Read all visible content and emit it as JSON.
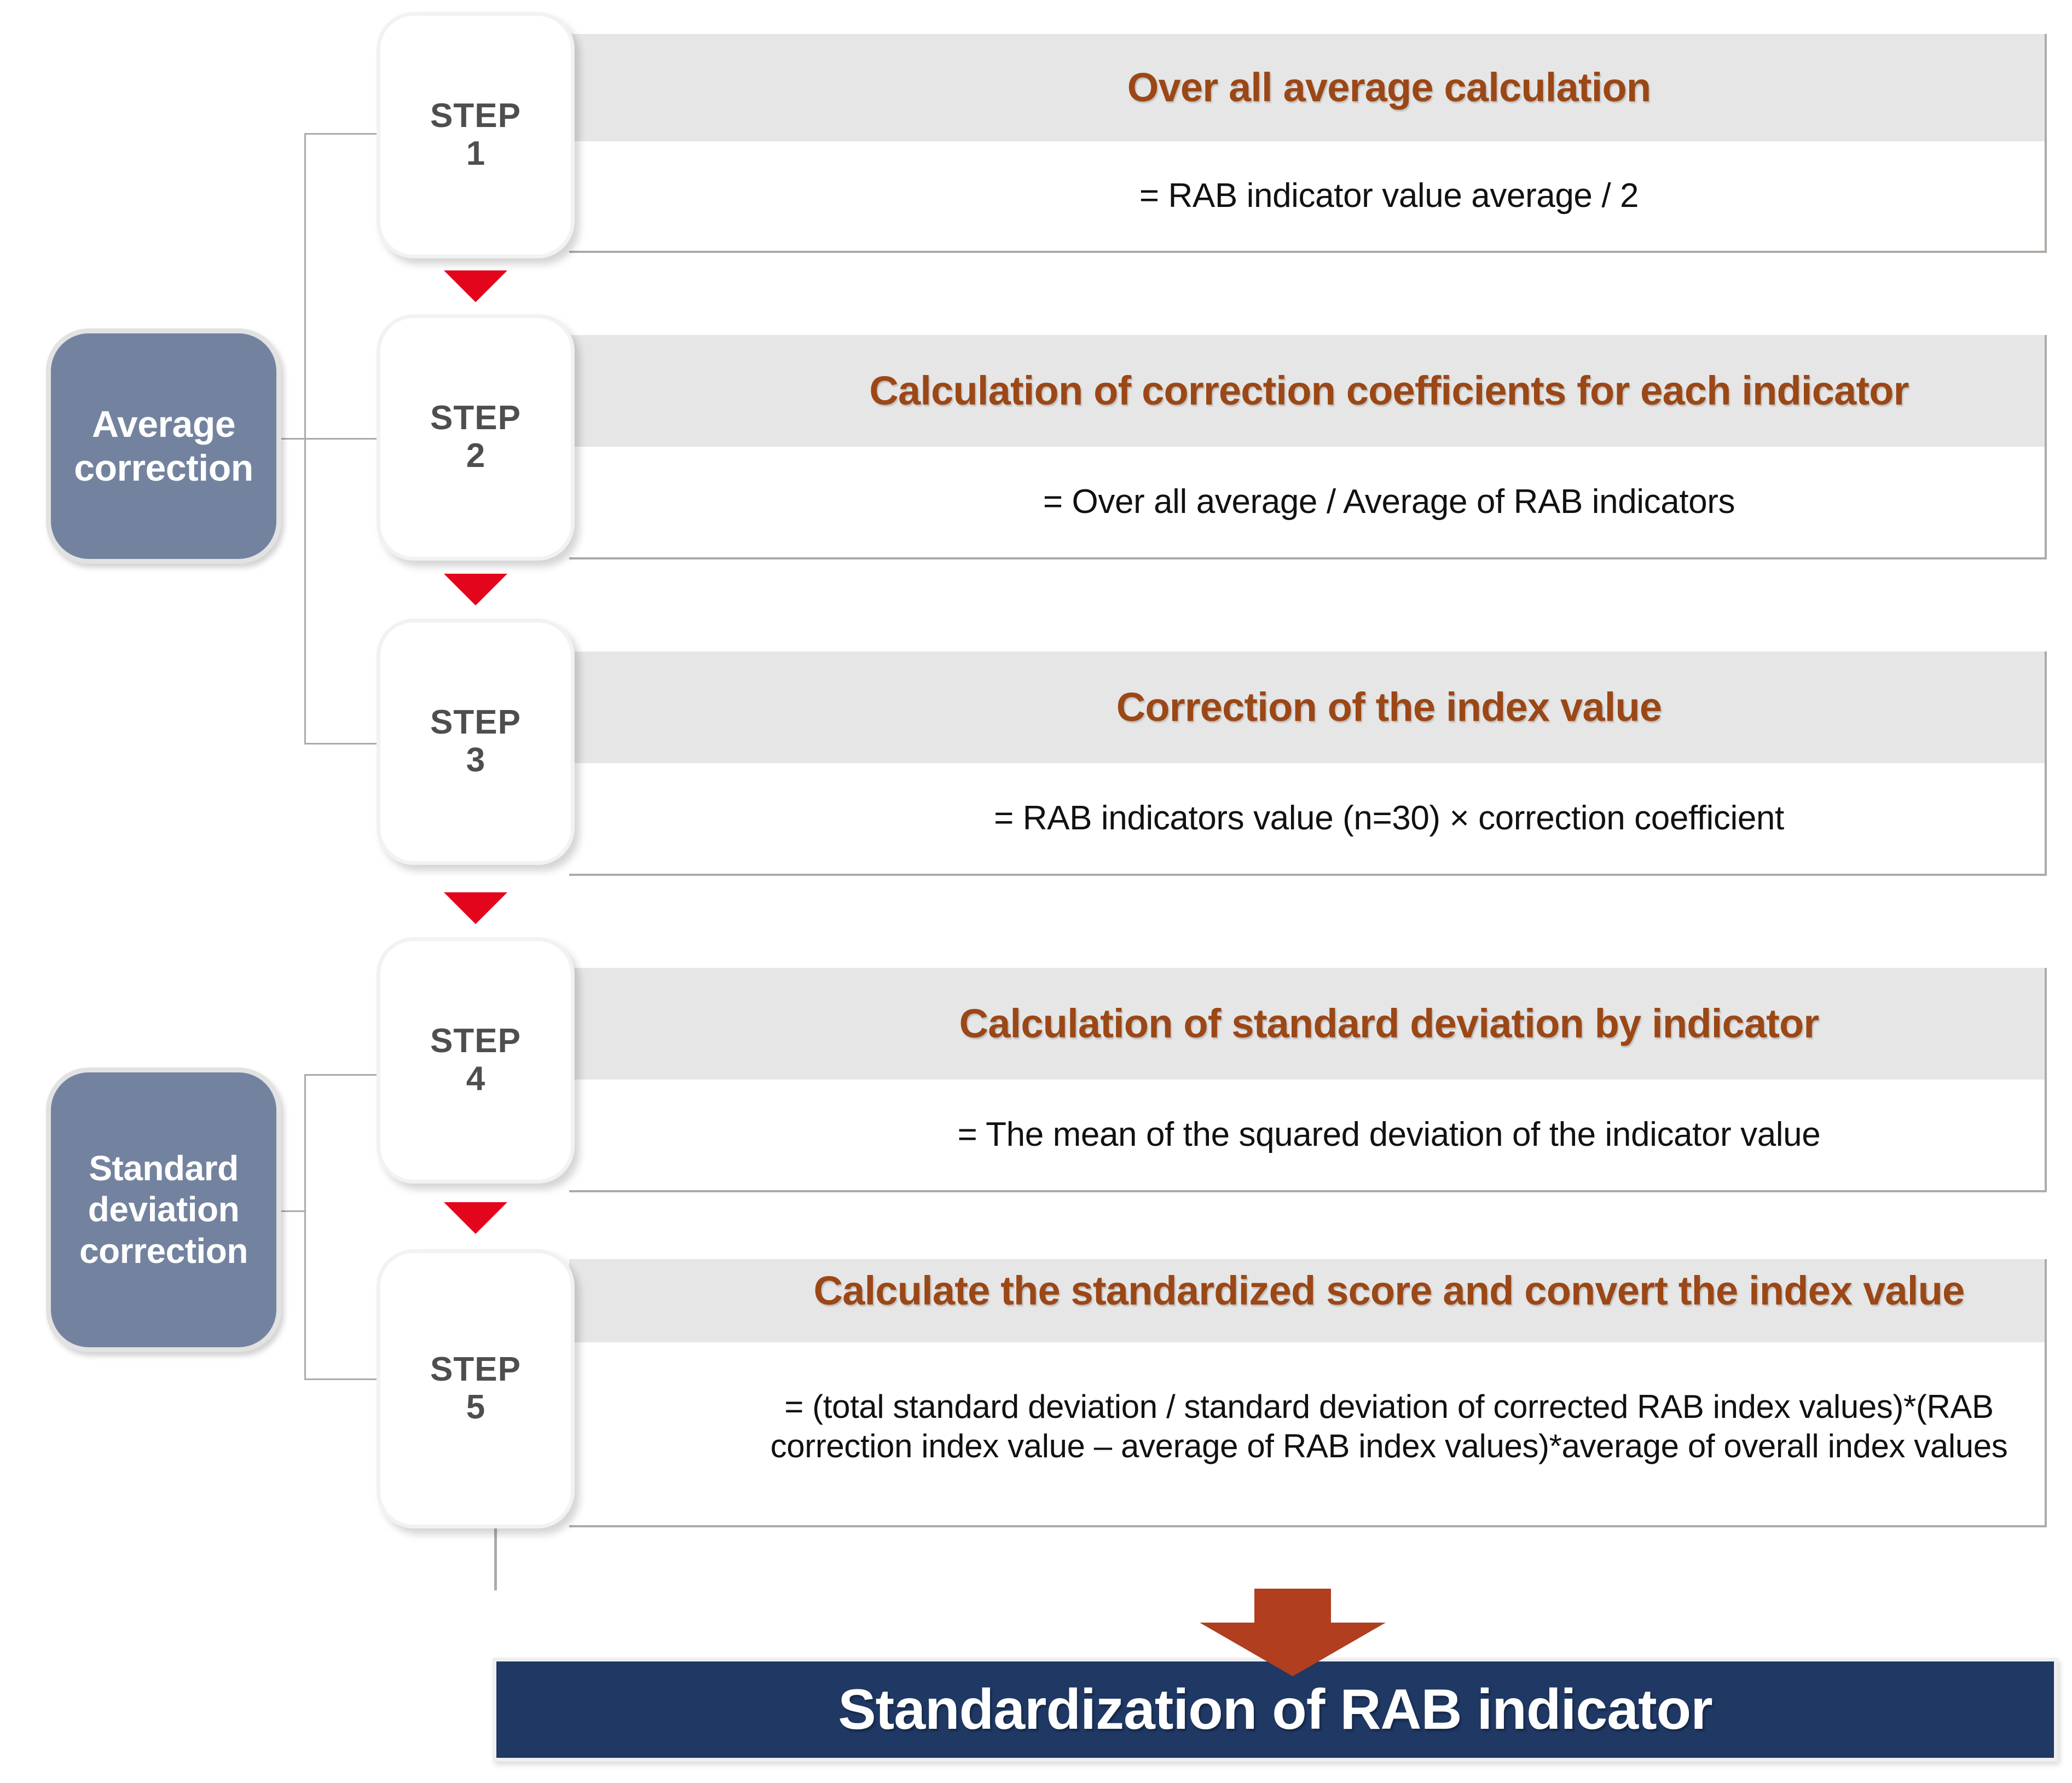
{
  "diagram": {
    "groups": [
      {
        "label": "Average\ncorrection",
        "line1": "Average",
        "line2": "correction"
      },
      {
        "label": "Standard deviation correction",
        "line1": "Standard",
        "line2": "deviation",
        "line3": "correction"
      }
    ],
    "steps": [
      {
        "badge_word": "STEP",
        "badge_number": "1",
        "title": "Over all average calculation",
        "formula": "= RAB indicator value average / 2"
      },
      {
        "badge_word": "STEP",
        "badge_number": "2",
        "title": "Calculation of correction coefficients for each indicator",
        "formula": "= Over all average / Average of RAB indicators"
      },
      {
        "badge_word": "STEP",
        "badge_number": "3",
        "title": "Correction of the index value",
        "formula": "= RAB indicators value (n=30) × correction coefficient"
      },
      {
        "badge_word": "STEP",
        "badge_number": "4",
        "title": "Calculation of standard deviation by indicator",
        "formula": "= The mean of the squared deviation of the indicator value"
      },
      {
        "badge_word": "STEP",
        "badge_number": "5",
        "title": "Calculate the standardized score and convert the index value",
        "formula": "= (total standard deviation / standard deviation of corrected RAB index values)*(RAB correction index value – average of RAB index values)*average of overall index values"
      }
    ],
    "result_banner": {
      "text": "Standardization of RAB indicator"
    },
    "colors": {
      "group_box_fill": "#73839F",
      "panel_header_fill": "#E6E6E6",
      "panel_title_text": "#9B4716",
      "step_badge_text": "#4E4E4E",
      "connector_arrow": "#E3051B",
      "result_arrow": "#B03E1F",
      "banner_fill": "#1F3864",
      "banner_text": "#FFFFFF"
    }
  }
}
